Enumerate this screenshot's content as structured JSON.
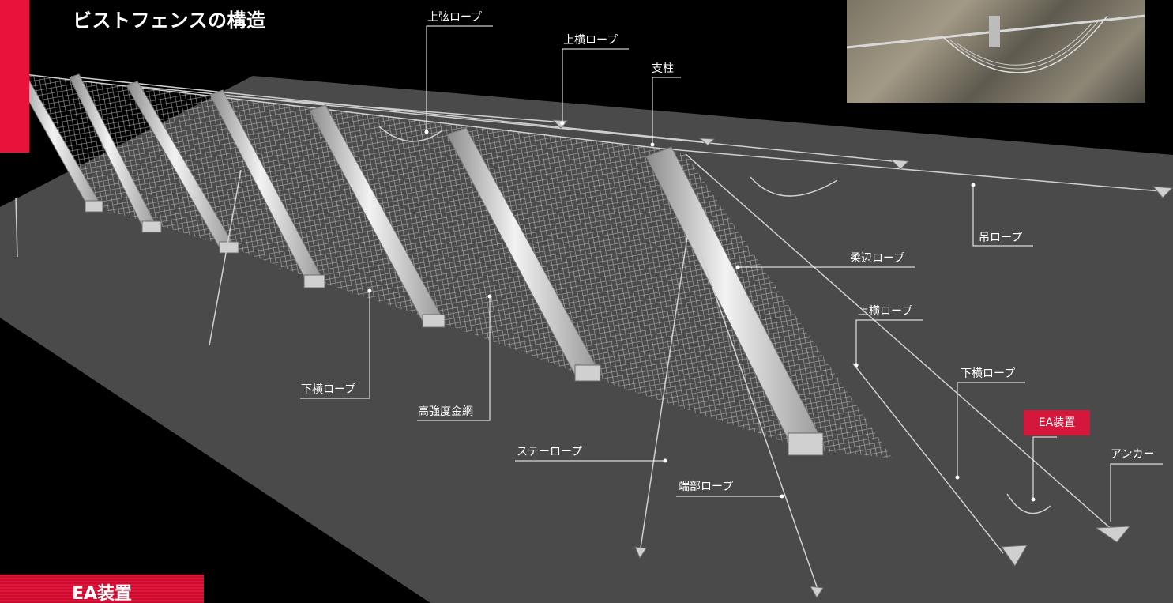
{
  "title": "ビストフェンスの構造",
  "labels": {
    "upper_chord_rope": "上弦ロープ",
    "upper_horizontal_rope_top": "上横ロープ",
    "post": "支柱",
    "hanging_rope": "吊ロープ",
    "flexible_edge_rope": "柔辺ロープ",
    "upper_horizontal_rope_right": "上横ロープ",
    "lower_horizontal_rope_right": "下横ロープ",
    "ea_device": "EA装置",
    "anchor": "アンカー",
    "lower_horizontal_rope_left": "下横ロープ",
    "high_strength_net": "高強度金網",
    "stay_rope": "ステーロープ",
    "end_rope": "端部ロープ"
  },
  "bottom_badge": "EA装置",
  "colors": {
    "background": "#000000",
    "ground": "#4a4a4a",
    "accent_red": "#e8133b",
    "structure": "#d9d9d9"
  }
}
